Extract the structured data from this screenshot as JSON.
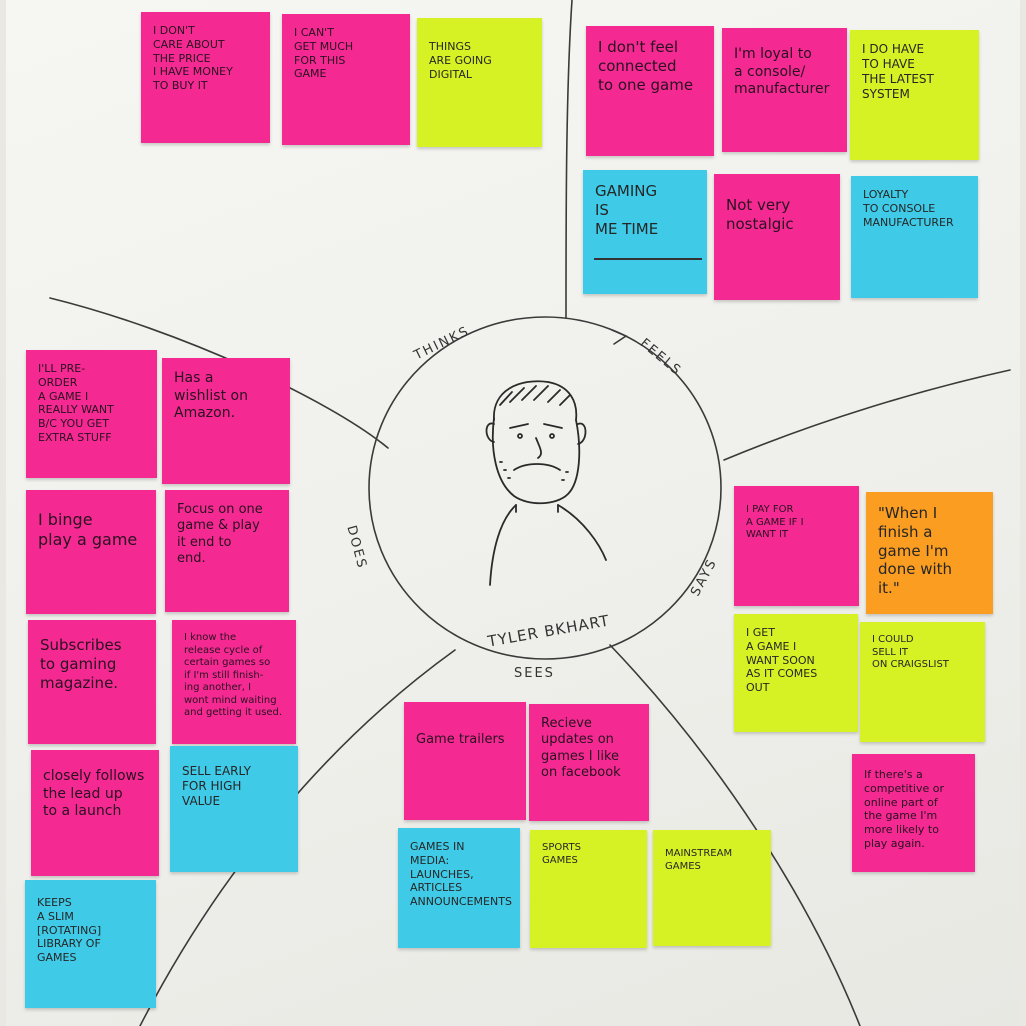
{
  "colors": {
    "pink": "#f42a92",
    "yellow": "#d6f224",
    "cyan": "#3fcbe8",
    "orange": "#fb9d20"
  },
  "persona": {
    "name": "TYLER BKHART"
  },
  "quadrant_labels": {
    "thinks": "THINKS",
    "feels": "FEELS",
    "says": "SAYS",
    "sees": "SEES",
    "does": "DOES"
  },
  "notes": {
    "thinks": [
      {
        "id": "t1",
        "color": "pink",
        "text": "I DON'T\nCARE ABOUT\nTHE PRICE\nI HAVE MONEY\nTO BUY IT"
      },
      {
        "id": "t2",
        "color": "pink",
        "text": "I CAN'T\nGET MUCH\nFOR THIS\nGAME"
      },
      {
        "id": "t3",
        "color": "yellow",
        "text": "THINGS\nARE GOING\nDIGITAL"
      }
    ],
    "feels": [
      {
        "id": "f1",
        "color": "pink",
        "text": "I don't feel\nconnected\nto one game"
      },
      {
        "id": "f2",
        "color": "pink",
        "text": "I'm loyal to\na console/\nmanufacturer"
      },
      {
        "id": "f3",
        "color": "yellow",
        "text": "I DO HAVE\nTO HAVE\nTHE LATEST\nSYSTEM"
      },
      {
        "id": "f4",
        "color": "cyan",
        "text": "GAMING\nIS\nME TIME"
      },
      {
        "id": "f5",
        "color": "pink",
        "text": "Not very\nnostalgic"
      },
      {
        "id": "f6",
        "color": "cyan",
        "text": "LOYALTY\nTO CONSOLE\nMANUFACTURER"
      }
    ],
    "does": [
      {
        "id": "d1",
        "color": "pink",
        "text": "I'LL PRE-\nORDER\nA GAME I\nREALLY WANT\nB/C YOU GET\nEXTRA STUFF"
      },
      {
        "id": "d2",
        "color": "pink",
        "text": "Has a\nwishlist on\nAmazon."
      },
      {
        "id": "d3",
        "color": "pink",
        "text": "I binge\nplay a game"
      },
      {
        "id": "d4",
        "color": "pink",
        "text": "Focus on one\ngame & play\nit end to\nend."
      },
      {
        "id": "d5",
        "color": "pink",
        "text": "Subscribes\nto gaming\nmagazine."
      },
      {
        "id": "d6",
        "color": "pink",
        "text": "I know the\nrelease cycle of\ncertain games so\nif I'm still finish-\ning another, I\nwont mind waiting\nand getting it used."
      },
      {
        "id": "d7",
        "color": "pink",
        "text": "closely follows\nthe lead up\nto a launch"
      },
      {
        "id": "d8",
        "color": "cyan",
        "text": "SELL EARLY\nFOR HIGH\nVALUE"
      },
      {
        "id": "d9",
        "color": "cyan",
        "text": "KEEPS\nA SLIM\n[ROTATING]\nLIBRARY OF\nGAMES"
      }
    ],
    "says": [
      {
        "id": "s1",
        "color": "pink",
        "text": "I PAY FOR\nA GAME IF I\nWANT IT"
      },
      {
        "id": "s2",
        "color": "orange",
        "text": "\"When I\nfinish a\ngame I'm\ndone with\nit.\""
      },
      {
        "id": "s3",
        "color": "yellow",
        "text": "I GET\nA GAME I\nWANT SOON\nAS IT COMES\nOUT"
      },
      {
        "id": "s4",
        "color": "yellow",
        "text": "I COULD\nSELL IT\nON CRAIGSLIST"
      },
      {
        "id": "s5",
        "color": "pink",
        "text": "If there's a\ncompetitive or\nonline part of\nthe game I'm\nmore likely to\nplay again."
      }
    ],
    "sees": [
      {
        "id": "e1",
        "color": "pink",
        "text": "Game trailers"
      },
      {
        "id": "e2",
        "color": "pink",
        "text": "Recieve\nupdates on\ngames I like\non facebook"
      },
      {
        "id": "e3",
        "color": "cyan",
        "text": "GAMES IN\nMEDIA:\nLAUNCHES,\nARTICLES\nANNOUNCEMENTS"
      },
      {
        "id": "e4",
        "color": "yellow",
        "text": "SPORTS\nGAMES"
      },
      {
        "id": "e5",
        "color": "yellow",
        "text": "MAINSTREAM\nGAMES"
      }
    ]
  }
}
